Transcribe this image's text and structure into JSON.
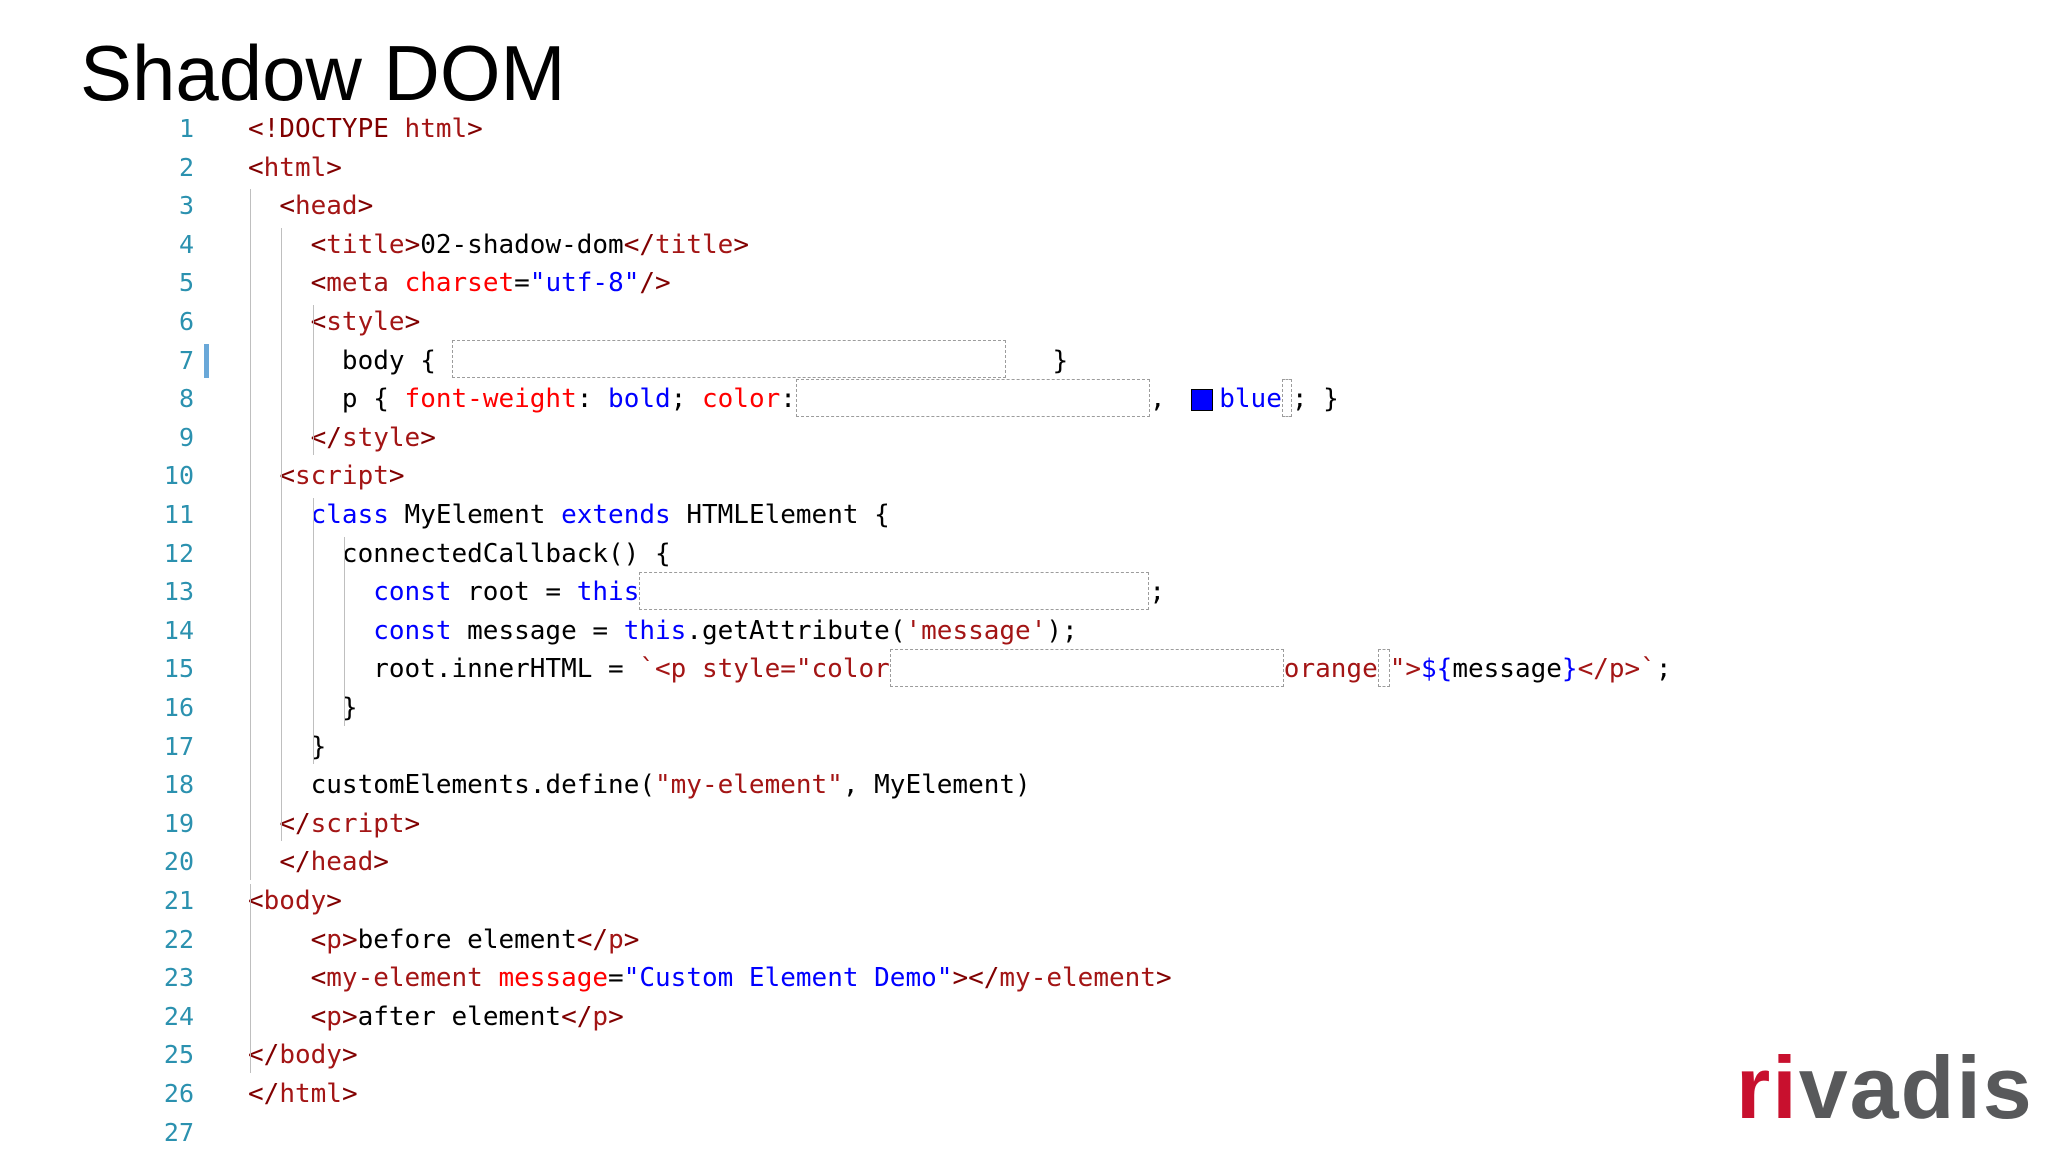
{
  "slide": {
    "title": "Shadow DOM"
  },
  "logo": {
    "mark": "ri",
    "rest": "vadis"
  },
  "editor": {
    "lines": [
      {
        "n": "1",
        "tokens": [
          [
            "br",
            "<!DOCTYPE "
          ],
          [
            "tag",
            "html"
          ],
          [
            "br",
            ">"
          ]
        ]
      },
      {
        "n": "2",
        "tokens": [
          [
            "br",
            "<"
          ],
          [
            "tag",
            "html"
          ],
          [
            "br",
            ">"
          ]
        ]
      },
      {
        "n": "3",
        "tokens": [
          [
            "ws",
            "  "
          ],
          [
            "br",
            "<"
          ],
          [
            "tag",
            "head"
          ],
          [
            "br",
            ">"
          ]
        ]
      },
      {
        "n": "4",
        "tokens": [
          [
            "ws",
            "    "
          ],
          [
            "br",
            "<"
          ],
          [
            "tag",
            "title"
          ],
          [
            "br",
            ">"
          ],
          [
            "pl",
            "02-shadow-dom"
          ],
          [
            "br",
            "</"
          ],
          [
            "tag",
            "title"
          ],
          [
            "br",
            ">"
          ]
        ]
      },
      {
        "n": "5",
        "tokens": [
          [
            "ws",
            "    "
          ],
          [
            "br",
            "<"
          ],
          [
            "tag",
            "meta "
          ],
          [
            "at",
            "charset"
          ],
          [
            "pl",
            "="
          ],
          [
            "str",
            "\"utf-8\""
          ],
          [
            "br",
            "/>"
          ]
        ]
      },
      {
        "n": "6",
        "tokens": [
          [
            "ws",
            "    "
          ],
          [
            "br",
            "<"
          ],
          [
            "tag",
            "style"
          ],
          [
            "br",
            ">"
          ]
        ]
      },
      {
        "n": "7",
        "tokens": [
          [
            "ws",
            "      "
          ],
          [
            "pl",
            "body { "
          ],
          [
            "gap",
            "",
            552
          ],
          [
            "pl",
            "   }"
          ]
        ]
      },
      {
        "n": "8",
        "tokens": [
          [
            "ws",
            "      "
          ],
          [
            "pl",
            "p { "
          ],
          [
            "at",
            "font-weight"
          ],
          [
            "pl",
            ": "
          ],
          [
            "kw",
            "bold"
          ],
          [
            "pl",
            "; "
          ],
          [
            "at",
            "color"
          ],
          [
            "pl",
            ":"
          ],
          [
            "gap",
            "",
            352
          ],
          [
            "pl",
            ", "
          ],
          [
            "swatch",
            ""
          ],
          [
            "kw",
            "blue"
          ],
          [
            "gap",
            "",
            8
          ],
          [
            "pl",
            "; }"
          ]
        ]
      },
      {
        "n": "9",
        "tokens": [
          [
            "ws",
            "    "
          ],
          [
            "br",
            "</"
          ],
          [
            "tag",
            "style"
          ],
          [
            "br",
            ">"
          ]
        ]
      },
      {
        "n": "10",
        "tokens": [
          [
            "ws",
            "  "
          ],
          [
            "br",
            "<"
          ],
          [
            "tag",
            "script"
          ],
          [
            "br",
            ">"
          ]
        ]
      },
      {
        "n": "11",
        "tokens": [
          [
            "ws",
            "    "
          ],
          [
            "kw",
            "class "
          ],
          [
            "pl",
            "MyElement "
          ],
          [
            "kw",
            "extends "
          ],
          [
            "pl",
            "HTMLElement {"
          ]
        ]
      },
      {
        "n": "12",
        "tokens": [
          [
            "ws",
            "      "
          ],
          [
            "pl",
            "connectedCallback() {"
          ]
        ]
      },
      {
        "n": "13",
        "tokens": [
          [
            "ws",
            "        "
          ],
          [
            "kw",
            "const "
          ],
          [
            "pl",
            "root = "
          ],
          [
            "kw",
            "this"
          ],
          [
            "gap",
            "",
            508
          ],
          [
            "pl",
            ";"
          ]
        ]
      },
      {
        "n": "14",
        "tokens": [
          [
            "ws",
            "        "
          ],
          [
            "kw",
            "const "
          ],
          [
            "pl",
            "message = "
          ],
          [
            "kw",
            "this"
          ],
          [
            "pl",
            ".getAttribute("
          ],
          [
            "jstr",
            "'message'"
          ],
          [
            "pl",
            ");"
          ]
        ]
      },
      {
        "n": "15",
        "tokens": [
          [
            "ws",
            "        "
          ],
          [
            "pl",
            "root.innerHTML = "
          ],
          [
            "jstr",
            "`<p style=\"color"
          ],
          [
            "gap",
            "",
            392
          ],
          [
            "jstr",
            "orange"
          ],
          [
            "gap",
            "",
            10
          ],
          [
            "jstr",
            "\">"
          ],
          [
            "kw",
            "${"
          ],
          [
            "pl",
            "message"
          ],
          [
            "kw",
            "}"
          ],
          [
            "jstr",
            "</p>`"
          ],
          [
            "pl",
            ";"
          ]
        ]
      },
      {
        "n": "16",
        "tokens": [
          [
            "ws",
            "      "
          ],
          [
            "pl",
            "}"
          ]
        ]
      },
      {
        "n": "17",
        "tokens": [
          [
            "ws",
            "    "
          ],
          [
            "pl",
            "}"
          ]
        ]
      },
      {
        "n": "18",
        "tokens": [
          [
            "ws",
            "    "
          ],
          [
            "pl",
            "customElements.define("
          ],
          [
            "jstr",
            "\"my-element\""
          ],
          [
            "pl",
            ", MyElement)"
          ]
        ]
      },
      {
        "n": "19",
        "tokens": [
          [
            "ws",
            "  "
          ],
          [
            "br",
            "</"
          ],
          [
            "tag",
            "script"
          ],
          [
            "br",
            ">"
          ]
        ]
      },
      {
        "n": "20",
        "tokens": [
          [
            "ws",
            "  "
          ],
          [
            "br",
            "</"
          ],
          [
            "tag",
            "head"
          ],
          [
            "br",
            ">"
          ]
        ]
      },
      {
        "n": "21",
        "tokens": [
          [
            "br",
            "<"
          ],
          [
            "tag",
            "body"
          ],
          [
            "br",
            ">"
          ]
        ]
      },
      {
        "n": "22",
        "tokens": [
          [
            "ws",
            "    "
          ],
          [
            "br",
            "<"
          ],
          [
            "tag",
            "p"
          ],
          [
            "br",
            ">"
          ],
          [
            "pl",
            "before element"
          ],
          [
            "br",
            "</"
          ],
          [
            "tag",
            "p"
          ],
          [
            "br",
            ">"
          ]
        ]
      },
      {
        "n": "23",
        "tokens": [
          [
            "ws",
            "    "
          ],
          [
            "br",
            "<"
          ],
          [
            "tag",
            "my-element "
          ],
          [
            "at",
            "message"
          ],
          [
            "pl",
            "="
          ],
          [
            "str",
            "\"Custom Element Demo\""
          ],
          [
            "br",
            "></"
          ],
          [
            "tag",
            "my-element"
          ],
          [
            "br",
            ">"
          ]
        ]
      },
      {
        "n": "24",
        "tokens": [
          [
            "ws",
            "    "
          ],
          [
            "br",
            "<"
          ],
          [
            "tag",
            "p"
          ],
          [
            "br",
            ">"
          ],
          [
            "pl",
            "after element"
          ],
          [
            "br",
            "</"
          ],
          [
            "tag",
            "p"
          ],
          [
            "br",
            ">"
          ]
        ]
      },
      {
        "n": "25",
        "tokens": [
          [
            "br",
            "</"
          ],
          [
            "tag",
            "body"
          ],
          [
            "br",
            ">"
          ]
        ]
      },
      {
        "n": "26",
        "tokens": [
          [
            "br",
            "</"
          ],
          [
            "tag",
            "html"
          ],
          [
            "br",
            ">"
          ]
        ]
      },
      {
        "n": "27",
        "tokens": []
      }
    ],
    "colors": {
      "line_number": "#2b91af",
      "tag": "#a31515",
      "bracket": "#800000",
      "attribute": "#ff0000",
      "keyword": "#0000ff",
      "js_string": "#a31515",
      "change_bar": "#6aa8d8",
      "logo_mark": "#c8102e",
      "logo_text": "#58595b"
    },
    "modified_line": "7"
  }
}
